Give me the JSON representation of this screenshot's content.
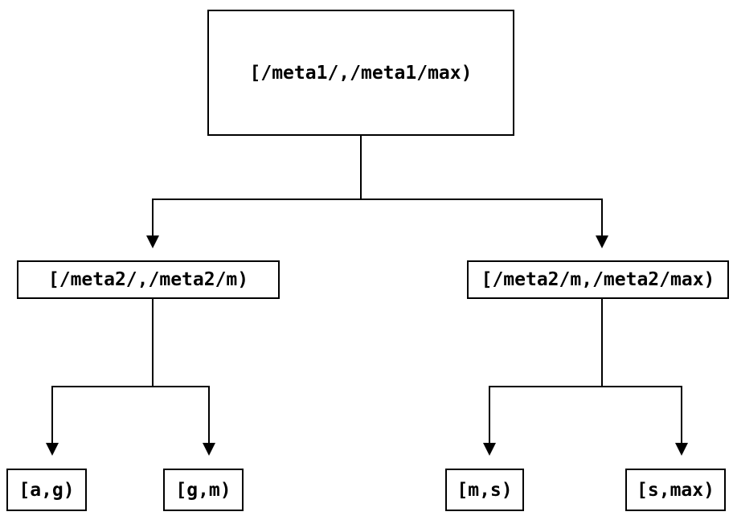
{
  "diagram": {
    "background_color": "#ffffff",
    "line_color": "#000000",
    "box_border_color": "#000000",
    "text_color": "#000000",
    "root": {
      "label": "[/meta1/,/meta1/max)"
    },
    "level2": {
      "left": {
        "label": "[/meta2/,/meta2/m)"
      },
      "right": {
        "label": "[/meta2/m,/meta2/max)"
      }
    },
    "leaves": {
      "ag": {
        "label": "[a,g)"
      },
      "gm": {
        "label": "[g,m)"
      },
      "ms": {
        "label": "[m,s)"
      },
      "smax": {
        "label": "[s,max)"
      }
    }
  }
}
